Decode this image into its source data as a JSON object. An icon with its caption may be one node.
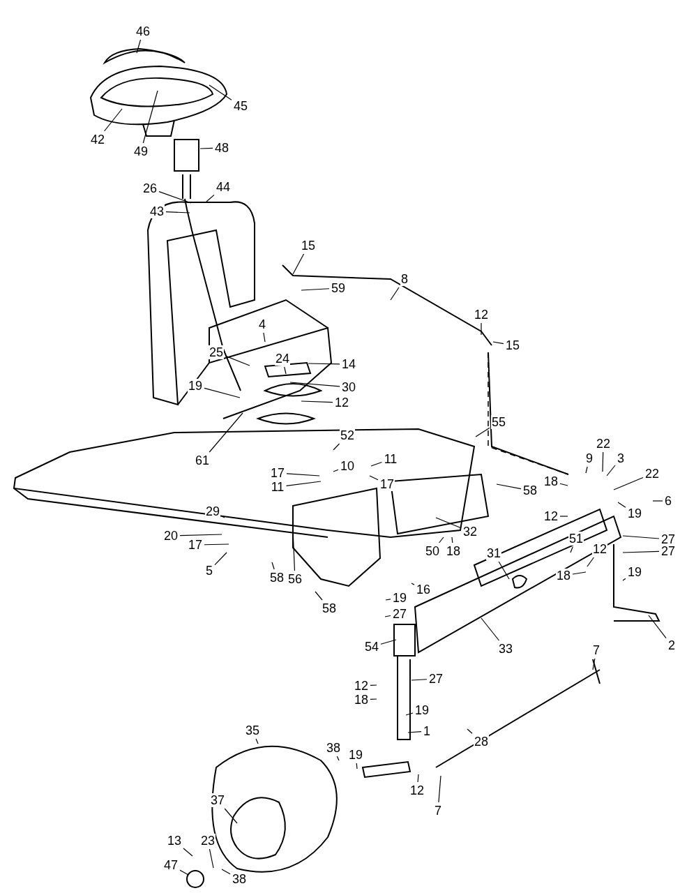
{
  "diagram": {
    "nodes": [
      {
        "text": [
          "46"
        ]
      },
      {
        "text": [
          "45"
        ]
      },
      {
        "text": [
          "42"
        ]
      },
      {
        "text": [
          "49"
        ]
      },
      {
        "text": [
          "48"
        ]
      },
      {
        "text": [
          "26"
        ]
      },
      {
        "text": [
          "44"
        ]
      },
      {
        "text": [
          "43"
        ]
      },
      {
        "text": [
          "15"
        ]
      },
      {
        "text": [
          "8"
        ]
      },
      {
        "text": [
          "59"
        ]
      },
      {
        "text": [
          "12"
        ]
      },
      {
        "text": [
          "15"
        ]
      },
      {
        "text": [
          "4"
        ]
      },
      {
        "text": [
          "25"
        ]
      },
      {
        "text": [
          "24"
        ]
      },
      {
        "text": [
          "14"
        ]
      },
      {
        "text": [
          "30"
        ]
      },
      {
        "text": [
          "19"
        ]
      },
      {
        "text": [
          "12"
        ]
      },
      {
        "text": [
          "61"
        ]
      },
      {
        "text": [
          "52"
        ]
      },
      {
        "text": [
          "10"
        ]
      },
      {
        "text": [
          "11"
        ]
      },
      {
        "text": [
          "17"
        ]
      },
      {
        "text": [
          "11"
        ]
      },
      {
        "text": [
          "17"
        ]
      },
      {
        "text": [
          "55"
        ]
      },
      {
        "text": [
          "58"
        ]
      },
      {
        "text": [
          "18"
        ]
      },
      {
        "text": [
          "9"
        ]
      },
      {
        "text": [
          "22"
        ]
      },
      {
        "text": [
          "3"
        ]
      },
      {
        "text": [
          "22"
        ]
      },
      {
        "text": [
          "6"
        ]
      },
      {
        "text": [
          "19"
        ]
      },
      {
        "text": [
          "12"
        ]
      },
      {
        "text": [
          "27"
        ]
      },
      {
        "text": [
          "51"
        ]
      },
      {
        "text": [
          "12"
        ]
      },
      {
        "text": [
          "19"
        ]
      },
      {
        "text": [
          "18"
        ]
      },
      {
        "text": [
          "2"
        ]
      },
      {
        "text": [
          "29"
        ]
      },
      {
        "text": [
          "20"
        ]
      },
      {
        "text": [
          "17"
        ]
      },
      {
        "text": [
          "5"
        ]
      },
      {
        "text": [
          "58"
        ]
      },
      {
        "text": [
          "56"
        ]
      },
      {
        "text": [
          "58"
        ]
      },
      {
        "text": [
          "32"
        ]
      },
      {
        "text": [
          "50"
        ]
      },
      {
        "text": [
          "18"
        ]
      },
      {
        "text": [
          "31"
        ]
      },
      {
        "text": [
          "16"
        ]
      },
      {
        "text": [
          "19"
        ]
      },
      {
        "text": [
          "27"
        ]
      },
      {
        "text": [
          "33"
        ]
      },
      {
        "text": [
          "54"
        ]
      },
      {
        "text": [
          "7"
        ]
      },
      {
        "text": [
          "12"
        ]
      },
      {
        "text": [
          "18"
        ]
      },
      {
        "text": [
          "27"
        ]
      },
      {
        "text": [
          "19"
        ]
      },
      {
        "text": [
          "1"
        ]
      },
      {
        "text": [
          "28"
        ]
      },
      {
        "text": [
          "35"
        ]
      },
      {
        "text": [
          "38"
        ]
      },
      {
        "text": [
          "19"
        ]
      },
      {
        "text": [
          "12"
        ]
      },
      {
        "text": [
          "7"
        ]
      },
      {
        "text": [
          "37"
        ]
      },
      {
        "text": [
          "13"
        ]
      },
      {
        "text": [
          "23"
        ]
      },
      {
        "text": [
          "47"
        ]
      },
      {
        "text": [
          "38"
        ]
      },
      {
        "text": [
          "27"
        ]
      }
    ],
    "edges": [
      {
        "from": 0,
        "to": null,
        "arrow": "none"
      },
      {
        "from": 1,
        "to": null,
        "arrow": "none"
      },
      {
        "from": 2,
        "to": null,
        "arrow": "none"
      },
      {
        "from": 3,
        "to": null,
        "arrow": "none"
      },
      {
        "from": 4,
        "to": null,
        "arrow": "none"
      },
      {
        "from": 5,
        "to": null,
        "arrow": "none"
      },
      {
        "from": 6,
        "to": null,
        "arrow": "none"
      },
      {
        "from": 7,
        "to": null,
        "arrow": "none"
      },
      {
        "from": 8,
        "to": null,
        "arrow": "none"
      },
      {
        "from": 9,
        "to": null,
        "arrow": "none"
      },
      {
        "from": 10,
        "to": null,
        "arrow": "none"
      },
      {
        "from": 11,
        "to": null,
        "arrow": "none"
      },
      {
        "from": 12,
        "to": null,
        "arrow": "none"
      },
      {
        "from": 13,
        "to": null,
        "arrow": "none"
      },
      {
        "from": 14,
        "to": null,
        "arrow": "none"
      },
      {
        "from": 15,
        "to": null,
        "arrow": "none"
      },
      {
        "from": 16,
        "to": null,
        "arrow": "none"
      },
      {
        "from": 17,
        "to": null,
        "arrow": "none"
      },
      {
        "from": 18,
        "to": null,
        "arrow": "none"
      },
      {
        "from": 19,
        "to": null,
        "arrow": "none"
      },
      {
        "from": 20,
        "to": null,
        "arrow": "none"
      },
      {
        "from": 21,
        "to": null,
        "arrow": "none"
      },
      {
        "from": 22,
        "to": null,
        "arrow": "none"
      },
      {
        "from": 23,
        "to": null,
        "arrow": "none"
      },
      {
        "from": 24,
        "to": null,
        "arrow": "none"
      },
      {
        "from": 25,
        "to": null,
        "arrow": "none"
      },
      {
        "from": 26,
        "to": null,
        "arrow": "none"
      },
      {
        "from": 27,
        "to": null,
        "arrow": "none"
      },
      {
        "from": 28,
        "to": null,
        "arrow": "none"
      },
      {
        "from": 29,
        "to": null,
        "arrow": "none"
      },
      {
        "from": 30,
        "to": null,
        "arrow": "none"
      },
      {
        "from": 31,
        "to": null,
        "arrow": "none"
      },
      {
        "from": 32,
        "to": null,
        "arrow": "none"
      },
      {
        "from": 33,
        "to": null,
        "arrow": "none"
      },
      {
        "from": 34,
        "to": null,
        "arrow": "none"
      },
      {
        "from": 35,
        "to": null,
        "arrow": "none"
      },
      {
        "from": 36,
        "to": null,
        "arrow": "none"
      },
      {
        "from": 37,
        "to": null,
        "arrow": "none"
      },
      {
        "from": 38,
        "to": null,
        "arrow": "none"
      },
      {
        "from": 39,
        "to": null,
        "arrow": "none"
      },
      {
        "from": 40,
        "to": null,
        "arrow": "none"
      },
      {
        "from": 41,
        "to": null,
        "arrow": "none"
      },
      {
        "from": 42,
        "to": null,
        "arrow": "none"
      },
      {
        "from": 43,
        "to": null,
        "arrow": "none"
      },
      {
        "from": 44,
        "to": null,
        "arrow": "none"
      },
      {
        "from": 45,
        "to": null,
        "arrow": "none"
      },
      {
        "from": 46,
        "to": null,
        "arrow": "none"
      },
      {
        "from": 47,
        "to": null,
        "arrow": "none"
      },
      {
        "from": 48,
        "to": null,
        "arrow": "none"
      },
      {
        "from": 49,
        "to": null,
        "arrow": "none"
      },
      {
        "from": 50,
        "to": null,
        "arrow": "none"
      },
      {
        "from": 51,
        "to": null,
        "arrow": "none"
      },
      {
        "from": 52,
        "to": null,
        "arrow": "none"
      },
      {
        "from": 53,
        "to": null,
        "arrow": "none"
      },
      {
        "from": 54,
        "to": null,
        "arrow": "none"
      },
      {
        "from": 55,
        "to": null,
        "arrow": "none"
      },
      {
        "from": 56,
        "to": null,
        "arrow": "none"
      },
      {
        "from": 57,
        "to": null,
        "arrow": "none"
      },
      {
        "from": 58,
        "to": null,
        "arrow": "none"
      },
      {
        "from": 59,
        "to": null,
        "arrow": "none"
      },
      {
        "from": 60,
        "to": null,
        "arrow": "none"
      },
      {
        "from": 61,
        "to": null,
        "arrow": "none"
      },
      {
        "from": 62,
        "to": null,
        "arrow": "none"
      },
      {
        "from": 63,
        "to": null,
        "arrow": "none"
      },
      {
        "from": 64,
        "to": null,
        "arrow": "none"
      },
      {
        "from": 65,
        "to": null,
        "arrow": "none"
      },
      {
        "from": 66,
        "to": null,
        "arrow": "none"
      },
      {
        "from": 67,
        "to": null,
        "arrow": "none"
      },
      {
        "from": 68,
        "to": null,
        "arrow": "none"
      },
      {
        "from": 69,
        "to": null,
        "arrow": "none"
      },
      {
        "from": 70,
        "to": null,
        "arrow": "none"
      },
      {
        "from": 71,
        "to": null,
        "arrow": "none"
      },
      {
        "from": 72,
        "to": null,
        "arrow": "none"
      },
      {
        "from": 73,
        "to": null,
        "arrow": "none"
      },
      {
        "from": 74,
        "to": null,
        "arrow": "none"
      },
      {
        "from": 75,
        "to": null,
        "arrow": "none"
      },
      {
        "from": 76,
        "to": null,
        "arrow": "none"
      }
    ]
  }
}
